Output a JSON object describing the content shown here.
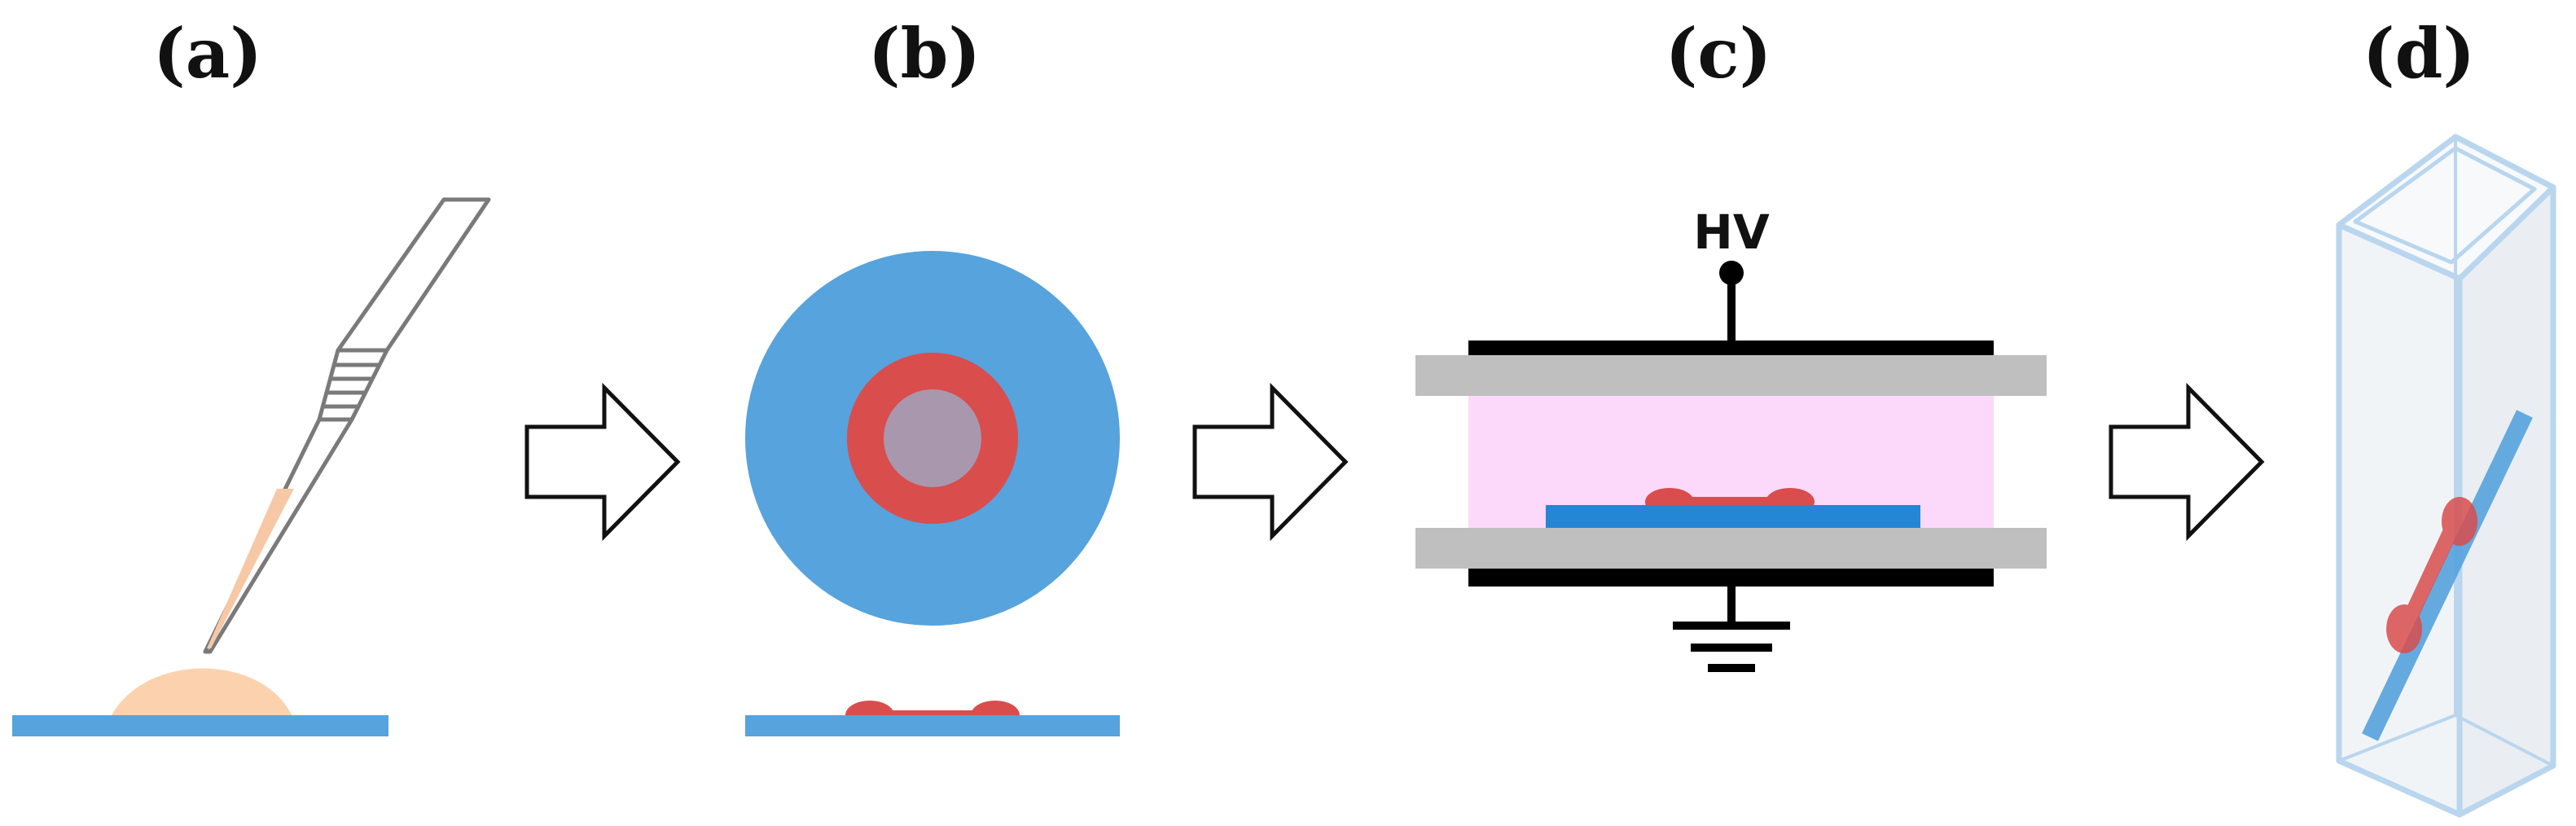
{
  "panels": [
    {
      "id": "a",
      "label": "(a)"
    },
    {
      "id": "b",
      "label": "(b)"
    },
    {
      "id": "c",
      "label": "(c)"
    },
    {
      "id": "d",
      "label": "(d)"
    }
  ],
  "panel_c": {
    "electrode_label": "HV"
  },
  "colors": {
    "substrate_blue": "#56a3dd",
    "film_red": "#d94d4d",
    "inner_gray": "#a997ae",
    "droplet": "#fcd2ae",
    "pipette_liquid": "#f7c8a6",
    "plate_gray": "#bfbfbf",
    "plasma_pink": "#fcd9fa",
    "electrode_black": "#000000",
    "cuvette_stroke": "#b9d6ee",
    "cuvette_fill": "#eef2f6",
    "sample_blue": "#2686d6"
  },
  "icons": [
    "pipette-icon",
    "process-arrow-icon",
    "ground-symbol-icon",
    "cuvette-icon"
  ]
}
